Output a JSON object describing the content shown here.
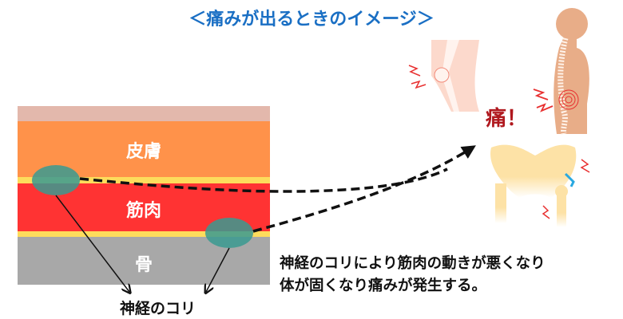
{
  "title": "＜痛みが出るときのイメージ＞",
  "layers": {
    "skin": "皮膚",
    "muscle": "筋肉",
    "bone": "骨"
  },
  "nerve_label": "神経のコリ",
  "caption": {
    "line1": "神経のコリにより筋肉の動きが悪くなり",
    "line2": "体が固くなり痛みが発生する。"
  },
  "pain_label": "痛！",
  "colors": {
    "title": "#1a6fc4",
    "skin_top": "#e3b8ac",
    "skin": "#ff924a",
    "fascia": "#fddc5c",
    "muscle": "#ff3333",
    "bone": "#a8a8a8",
    "nerve_knot": "#3a9a90",
    "pain": "#b0181e"
  }
}
